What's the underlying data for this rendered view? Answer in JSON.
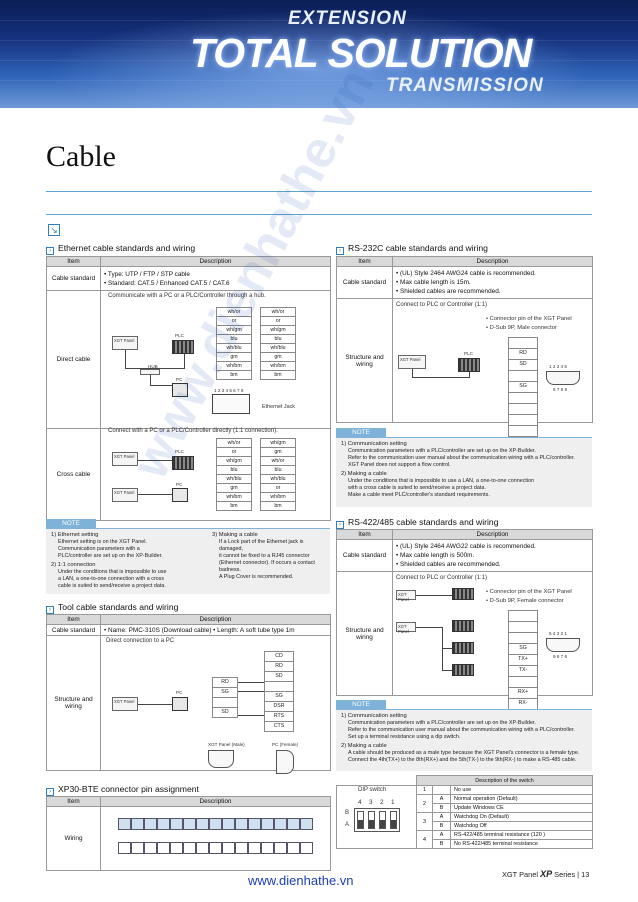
{
  "banner": {
    "line1": "EXTENSION",
    "line2": "TOTAL SOLUTION",
    "line3": "TRANSMISSION"
  },
  "title": "Cable",
  "watermark": "www.dienhathe.vn",
  "ethernet": {
    "heading": "Ethernet cable standards and wiring",
    "col_item": "Item",
    "col_desc": "Description",
    "std_item": "Cable standard",
    "std_desc": [
      "• Type: UTP / FTP / STP cable",
      "• Standard: CAT.5 / Enhanced CAT.5 / CAT.6"
    ],
    "direct_item": "Direct cable",
    "direct_caption": "Communicate with a PC or a PLC/Controller through a hub.",
    "direct_wires_a": [
      "wh/or",
      "or",
      "wh/gm",
      "blu",
      "wh/blu",
      "gm",
      "wh/bm",
      "bm"
    ],
    "direct_wires_b": [
      "wh/or",
      "or",
      "wh/gm",
      "blu",
      "wh/blu",
      "gm",
      "wh/bm",
      "bm"
    ],
    "jack_numbers": "1 2 3 4 5 6 7 8",
    "jack_label": "Ethernet Jack",
    "panel_label": "XGT Panel",
    "plc_label": "PLC",
    "hub_label": "HUB",
    "pc_label": "PC",
    "cross_item": "Cross cable",
    "cross_caption": "Connect with a PC or a PLC/Controller directly (1:1 connection).",
    "cross_wires_a": [
      "wh/or",
      "or",
      "wh/gm",
      "blu",
      "wh/blu",
      "gm",
      "wh/bm",
      "bm"
    ],
    "cross_wires_b": [
      "wh/gm",
      "gm",
      "wh/or",
      "blu",
      "wh/blu",
      "or",
      "wh/bm",
      "bm"
    ]
  },
  "ethernet_note": {
    "tag": "NOTE",
    "n1_title": "1) Ethernet setting",
    "n1_lines": [
      "Ethernet setting is on the XGT Panel.",
      "Communication parameters with a",
      "PLC/controller are set up on the XP-Builder."
    ],
    "n2_title": "2) 1:1 connection",
    "n2_lines": [
      "Under the conditions that is impossible to use",
      "a LAN, a one-to-one connection with a cross",
      "cable is suited to send/receive a project data."
    ],
    "n3_title": "3) Making a cable",
    "n3_lines": [
      "If a Lock part of the Ethernet jack is damaged,",
      "it cannot be fixed to a RJ45 connector",
      "(Ethernet connector). If occurs a contact badness.",
      "A Plug Cover is recommended."
    ]
  },
  "tool": {
    "heading": "Tool cable standards and wiring",
    "col_item": "Item",
    "col_desc": "Description",
    "std_item": "Cable standard",
    "std_desc": "• Name: PMC-310S (Download cable) • Length: A soft tube type 1m",
    "struct_item": "Structure and wiring",
    "caption": "Direct connection to a PC",
    "left_pins": [
      "RD",
      "SG",
      "",
      "SD"
    ],
    "right_pins": [
      "CD",
      "RD",
      "SD",
      "",
      "SG",
      "DSR",
      "RTS",
      "CTS"
    ],
    "panel_label": "XGT Panel",
    "pc_label": "PC",
    "conn_left": "XGT Panel (Male)",
    "conn_right": "PC (Female)"
  },
  "xp30": {
    "heading": "XP30-BTE connector pin assignment",
    "col_item": "Item",
    "col_desc": "Description",
    "wiring_item": "Wiring"
  },
  "rs232": {
    "heading": "RS-232C cable standards and wiring",
    "col_item": "Item",
    "col_desc": "Description",
    "std_item": "Cable standard",
    "std_desc": [
      "• (UL) Style 2464 AWG24 cable is recommended.",
      "• Max cable length is 15m.",
      "• Shielded cables are recommended."
    ],
    "struct_item": "Structure and wiring",
    "caption": "Connect to PLC or Controller (1:1)",
    "conn_desc": [
      "• Connector pin of the XGT Panel",
      "• D-Sub 9P, Male connector"
    ],
    "pins": [
      "",
      "RD",
      "SD",
      "",
      "SG",
      "",
      "",
      "",
      ""
    ],
    "dsub_top": "1 2 3 4 5",
    "dsub_bottom": "6 7 8 9",
    "panel_label": "XGT Panel",
    "plc_label": "PLC"
  },
  "rs232_note": {
    "tag": "NOTE",
    "n1_title": "1) Communication setting",
    "n1_lines": [
      "Communication parameters with a PLC/controller are set up on the XP-Builder.",
      "Refer to the communication user manual about the communication wiring with a PLC/controller.",
      "XGT Panel does not support a flow control."
    ],
    "n2_title": "2) Making a cable",
    "n2_lines": [
      "Under the conditions that is impossible to use a LAN, a one-to-one connection",
      "with a cross cable is suited to send/receive a project data.",
      "Make a cable meet PLC/controller's standard requirements."
    ]
  },
  "rs422": {
    "heading": "RS-422/485 cable standards and wiring",
    "col_item": "Item",
    "col_desc": "Description",
    "std_item": "Cable standard",
    "std_desc": [
      "• (UL) Style 2464 AWG22 cable is recommended.",
      "• Max cable length is 500m.",
      "• Shielded cables are recommended."
    ],
    "struct_item": "Structure and wiring",
    "caption": "Connect to PLC or Controller (1:1)",
    "conn_desc": [
      "• Connector pin of the XGT Panel",
      "• D-Sub 9P, Female connector"
    ],
    "pins": [
      "",
      "",
      "",
      "SG",
      "TX+",
      "TX-",
      "",
      "RX+",
      "RX-"
    ],
    "dsub_top": "5 4 3 2 1",
    "dsub_bottom": "9 8 7 6",
    "panel_label": "XGT Panel",
    "plc_label": "PLC"
  },
  "rs422_note": {
    "tag": "NOTE",
    "n1_title": "1) Communication setting",
    "n1_lines": [
      "Communication parameters with a PLC/controller are set up on the XP-Builder.",
      "Refer to the communication user manual about the communication wiring with a PLC/controller.",
      "Set up a terminal resistance using a dip switch."
    ],
    "n2_title": "2) Making a cable",
    "n2_lines": [
      "A cable should be produced as a male type because the XGT Panel's connector is a female type.",
      "Connect the 4th(TX+) to the 8th(RX+) and the 5th(TX-) to the 9th(RX-) to make a RS-485 cable."
    ]
  },
  "dip": {
    "label": "DIP switch",
    "numbers": [
      "4",
      "3",
      "2",
      "1"
    ],
    "row_b": "B",
    "row_a": "A",
    "desc_header": "Description of the switch",
    "rows": [
      {
        "no": "1",
        "pos": "",
        "desc": "No use"
      },
      {
        "no": "2",
        "pos": "A",
        "desc": "Normal operation (Default)"
      },
      {
        "no": "",
        "pos": "B",
        "desc": "Update Windows CE"
      },
      {
        "no": "3",
        "pos": "A",
        "desc": "Watchdog On (Default)"
      },
      {
        "no": "",
        "pos": "B",
        "desc": "Watchdog Off"
      },
      {
        "no": "4",
        "pos": "A",
        "desc": "RS-422/485 terminal resistance (120 )"
      },
      {
        "no": "",
        "pos": "B",
        "desc": "No RS-422/485 terminal resistance"
      }
    ]
  },
  "footer": {
    "website": "www.dienhathe.vn",
    "product": "XGT Panel",
    "product_brand": "XP",
    "series": "Series | 13"
  }
}
